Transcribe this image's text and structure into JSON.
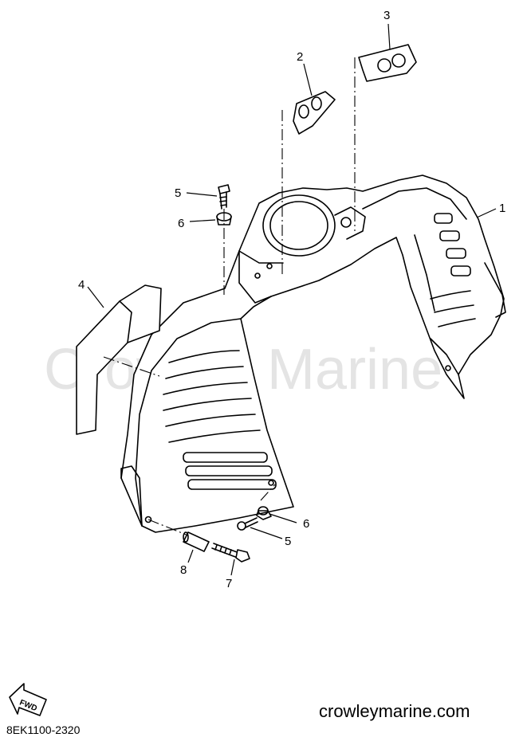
{
  "watermark": "Crowley Marine",
  "callouts": [
    "1",
    "2",
    "3",
    "4",
    "5",
    "6",
    "5",
    "6",
    "8",
    "7"
  ],
  "fwd_label": "FWD",
  "footer": {
    "site": "crowleymarine.com",
    "part_code": "8EK1100-2320"
  }
}
